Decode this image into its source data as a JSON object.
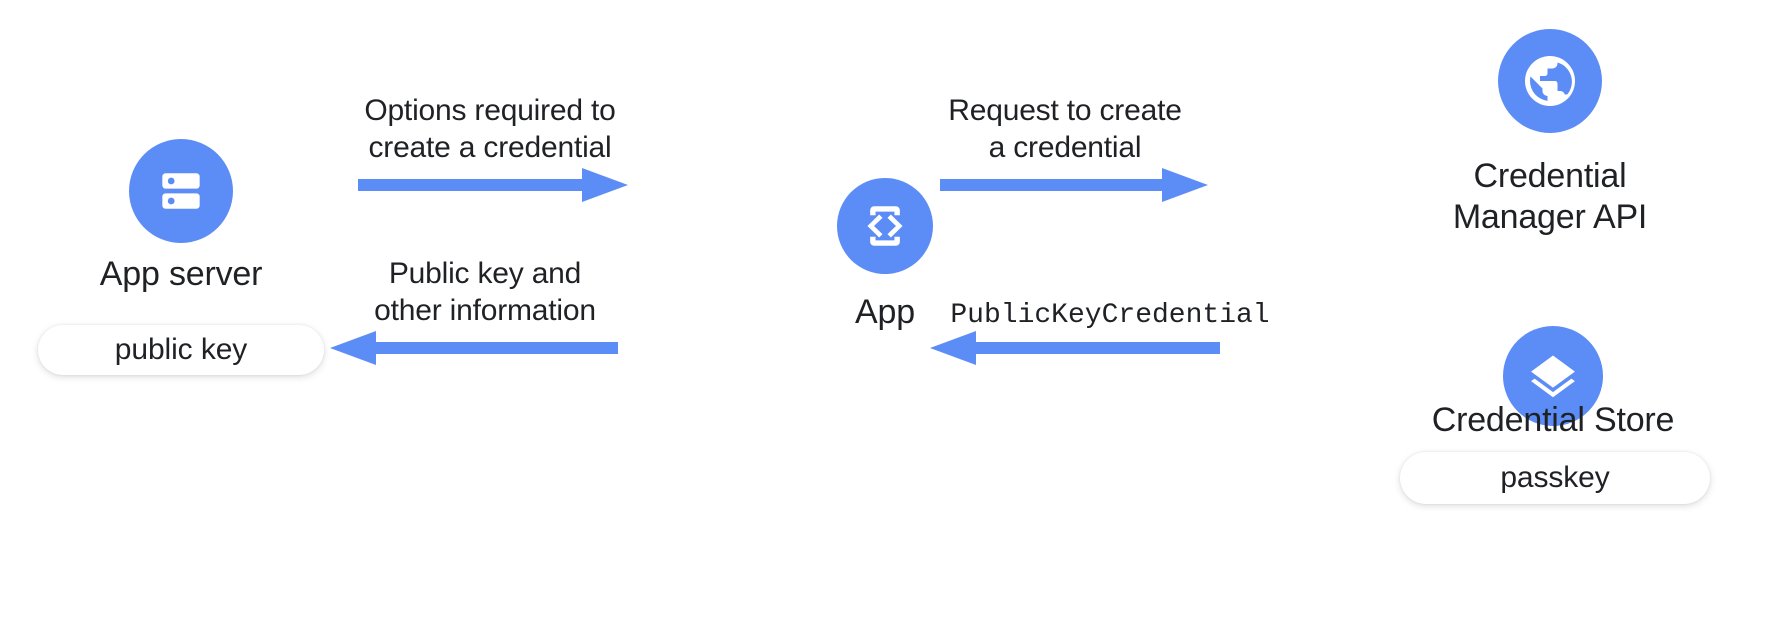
{
  "diagram": {
    "title": "Passkey creation flow between App server, App, Credential Manager API and Credential Store",
    "accent_color": "#5c8df6",
    "text_color": "#1f2125",
    "background_color": "#ffffff"
  },
  "nodes": [
    {
      "id": "app-server",
      "label": "App server",
      "icon": "server-icon",
      "pill": "public key"
    },
    {
      "id": "app",
      "label": "App",
      "icon": "app-code-device-icon",
      "pill": null
    },
    {
      "id": "credential-manager-api",
      "label": "Credential\nManager API",
      "icon": "globe-icon",
      "pill": null
    },
    {
      "id": "credential-store",
      "label": "Credential Store",
      "icon": "layers-icon",
      "pill": "passkey"
    }
  ],
  "arrows": [
    {
      "id": "options-required",
      "label": "Options required to\ncreate a credential",
      "direction": "right",
      "from": "app-server",
      "to": "app",
      "monospace": false
    },
    {
      "id": "public-key-and-other-information",
      "label": "Public key and\nother information",
      "direction": "left",
      "from": "app",
      "to": "app-server",
      "monospace": false
    },
    {
      "id": "request-to-create",
      "label": "Request to create\na credential",
      "direction": "right",
      "from": "app",
      "to": "credential-manager-api",
      "monospace": false
    },
    {
      "id": "public-key-credential",
      "label": "PublicKeyCredential",
      "direction": "left",
      "from": "credential-store",
      "to": "app",
      "monospace": true
    }
  ]
}
